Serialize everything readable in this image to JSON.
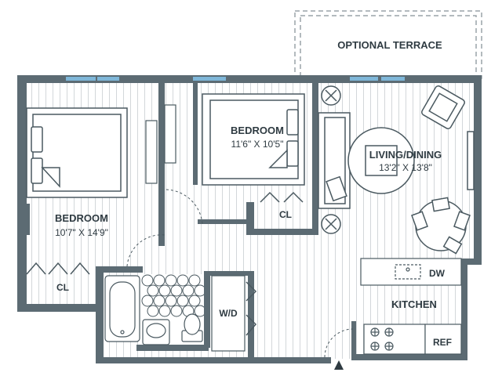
{
  "colors": {
    "wall": "#5c6b73",
    "floor_line": "#d3d7da",
    "fixture": "#4a5960",
    "window": "#7fb7d9",
    "text": "#2f3b42"
  },
  "terrace": {
    "label": "OPTIONAL TERRACE"
  },
  "rooms": [
    {
      "id": "bedroom-1",
      "name": "BEDROOM",
      "dims": "10'7\" X 14'9\""
    },
    {
      "id": "bedroom-2",
      "name": "BEDROOM",
      "dims": "11'6\" X 10'5\""
    },
    {
      "id": "living-dining",
      "name": "LIVING/DINING",
      "dims": "13'2\" X 13'8\""
    },
    {
      "id": "kitchen",
      "name": "KITCHEN",
      "dims": ""
    }
  ],
  "closets": [
    {
      "id": "closet-1",
      "label": "CL"
    },
    {
      "id": "closet-2",
      "label": "CL"
    }
  ],
  "appliances": {
    "washer_dryer": "W/D",
    "dishwasher": "DW",
    "refrigerator": "REF"
  },
  "entry": {
    "icon": "entry-arrow-icon"
  }
}
